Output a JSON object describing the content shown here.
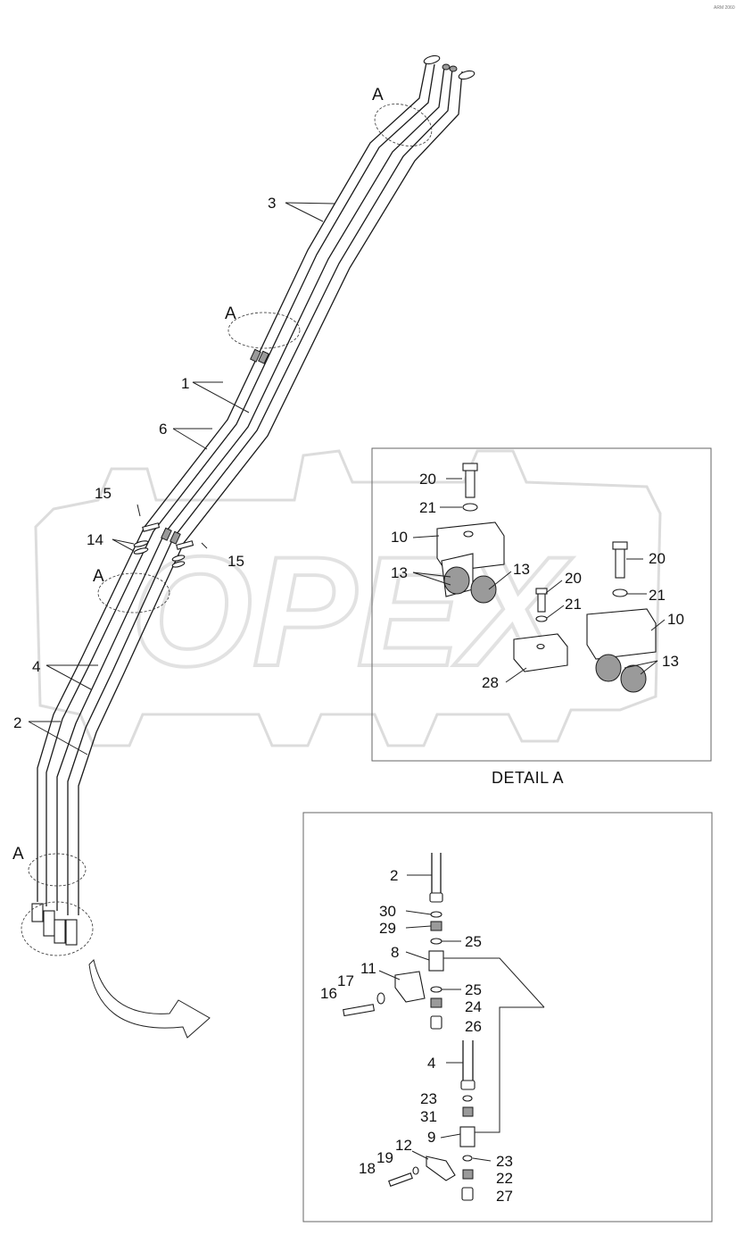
{
  "corner_mark": "ARM 2060",
  "watermark": "OPEX",
  "detail_caption": "DETAIL A",
  "section_mark": "A",
  "labels": {
    "p1": "1",
    "p2": "2",
    "p3": "3",
    "p4": "4",
    "p6": "6",
    "p8": "8",
    "p9": "9",
    "p10": "10",
    "p11": "11",
    "p12": "12",
    "p13": "13",
    "p14": "14",
    "p15": "15",
    "p16": "16",
    "p17": "17",
    "p18": "18",
    "p19": "19",
    "p20": "20",
    "p21": "21",
    "p22": "22",
    "p23": "23",
    "p24": "24",
    "p25": "25",
    "p26": "26",
    "p27": "27",
    "p28": "28",
    "p29": "29",
    "p30": "30",
    "p31": "31"
  },
  "colors": {
    "line": "#1a1a1a",
    "watermark": "#e6e6e6",
    "frame": "#666666"
  }
}
